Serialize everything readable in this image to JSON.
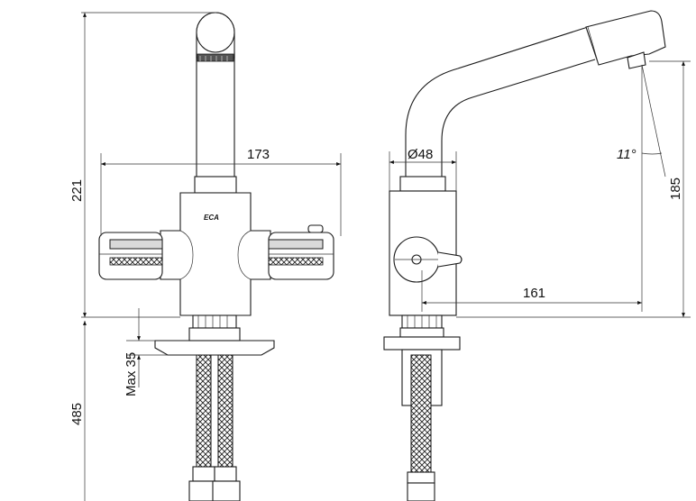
{
  "dimensions": {
    "overall_height": "221",
    "body_width": "173",
    "hose_length": "485",
    "max_thickness": "Max 35",
    "base_diameter": "Ø48",
    "spout_reach": "161",
    "spout_height": "185",
    "spout_angle": "11°"
  },
  "brand": {
    "logo_text": "ECA"
  }
}
